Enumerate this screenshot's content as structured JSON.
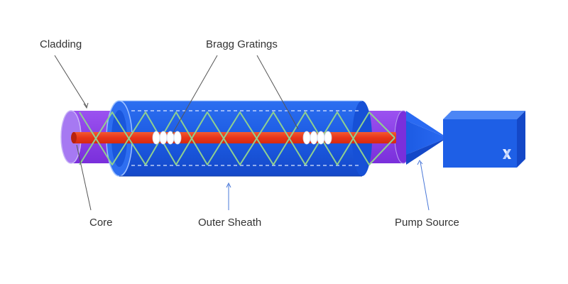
{
  "labels": {
    "cladding": "Cladding",
    "bragg_gratings": "Bragg Gratings",
    "core": "Core",
    "outer_sheath": "Outer Sheath",
    "pump_source": "Pump Source"
  },
  "pump_source_icon": "x-logo-icon",
  "colors": {
    "sheath": "#1E5FE6",
    "cladding": "#8A3FE8",
    "core": "#F0411E",
    "light_path": "#8FD08F",
    "pump_block": "#1E5FE6"
  }
}
